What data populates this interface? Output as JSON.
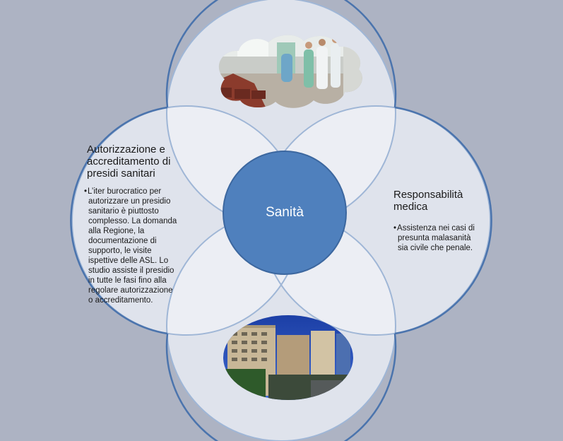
{
  "center": {
    "label": "Sanità"
  },
  "left_node": {
    "title_lines": [
      "Autorizzazione e",
      "accreditamento di",
      "presidi sanitari"
    ],
    "bullet_lines": [
      "L’iter burocratico per",
      "autorizzare un presidio",
      "sanitario è piuttosto",
      "complesso. La domanda",
      "alla Regione, la",
      "documentazione di",
      "supporto, le visite",
      "ispettive delle ASL. Lo",
      "studio assiste il presidio",
      "in tutte le fasi fino alla",
      "regolare autorizzazione",
      "o accreditamento."
    ]
  },
  "right_node": {
    "title_lines": [
      "Responsabilità",
      "medica"
    ],
    "bullet_lines": [
      "Assistenza nei casi di",
      "presunta malasanità",
      "sia civile che penale."
    ]
  },
  "top_node": {
    "image": "hospital-corridor-photo"
  },
  "bottom_node": {
    "image": "hospital-building-photo"
  },
  "colors": {
    "background": "#adb3c3",
    "circle_fill": "#dfe3ec",
    "overlap_fill": "#eceef4",
    "outline": "#4b74ad",
    "inner_outline": "#9fb6d6",
    "center_fill": "#4f80bd",
    "center_outline": "#3c679f"
  }
}
